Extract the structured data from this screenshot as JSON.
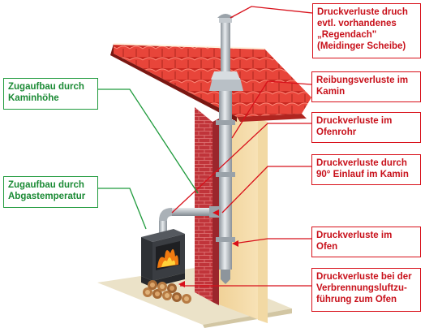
{
  "labels": {
    "left": [
      {
        "text": "Zugaufbau durch\nKaminhöhe",
        "color": "#1a8a34"
      },
      {
        "text": "Zugaufbau durch\nAbgastemperatur",
        "color": "#1a8a34"
      }
    ],
    "right": [
      {
        "text": "Druckverluste druch\nevtl. vorhandenes\n„Regendach\"\n(Meidinger Scheibe)",
        "color": "#c8101a"
      },
      {
        "text": "Reibungsverluste im\nKamin",
        "color": "#c8101a"
      },
      {
        "text": "Druckverluste im\nOfenrohr",
        "color": "#c8101a"
      },
      {
        "text": "Druckverluste durch\n90° Einlauf im Kamin",
        "color": "#c8101a"
      },
      {
        "text": "Druckverluste im\nOfen",
        "color": "#c8101a"
      },
      {
        "text": "Druckverluste bei der\nVerbrennungsluftzu-\nführung zum Ofen",
        "color": "#c8101a"
      }
    ]
  },
  "colors": {
    "roof_tile": "#d9342b",
    "brick": "#c0343a",
    "wall": "#f6dfae",
    "stove": "#3a3d42",
    "pipe": "#b8bec4",
    "fire": "#f07a10"
  }
}
